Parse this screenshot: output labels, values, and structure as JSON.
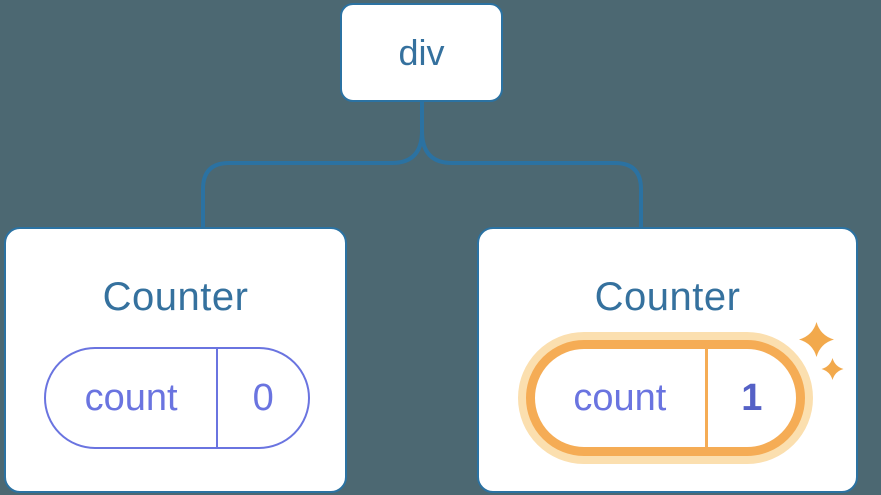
{
  "tree": {
    "root": {
      "label": "div"
    },
    "children": [
      {
        "title": "Counter",
        "state": {
          "key": "count",
          "value": "0"
        },
        "highlighted": false
      },
      {
        "title": "Counter",
        "state": {
          "key": "count",
          "value": "1"
        },
        "highlighted": true
      }
    ]
  },
  "icons": {
    "sparkles": "sparkle-icon"
  },
  "colors": {
    "background": "#4C6872",
    "line-blue": "#2B72A2",
    "node-fill": "#FFFFFF",
    "title-text": "#35719E",
    "state-purple": "#6A74E0",
    "state-value-bold": "#5561C6",
    "highlight-orange": "#F5AC55",
    "highlight-halo": "#FBDFAF",
    "sparkle-orange": "#F2A94C"
  }
}
